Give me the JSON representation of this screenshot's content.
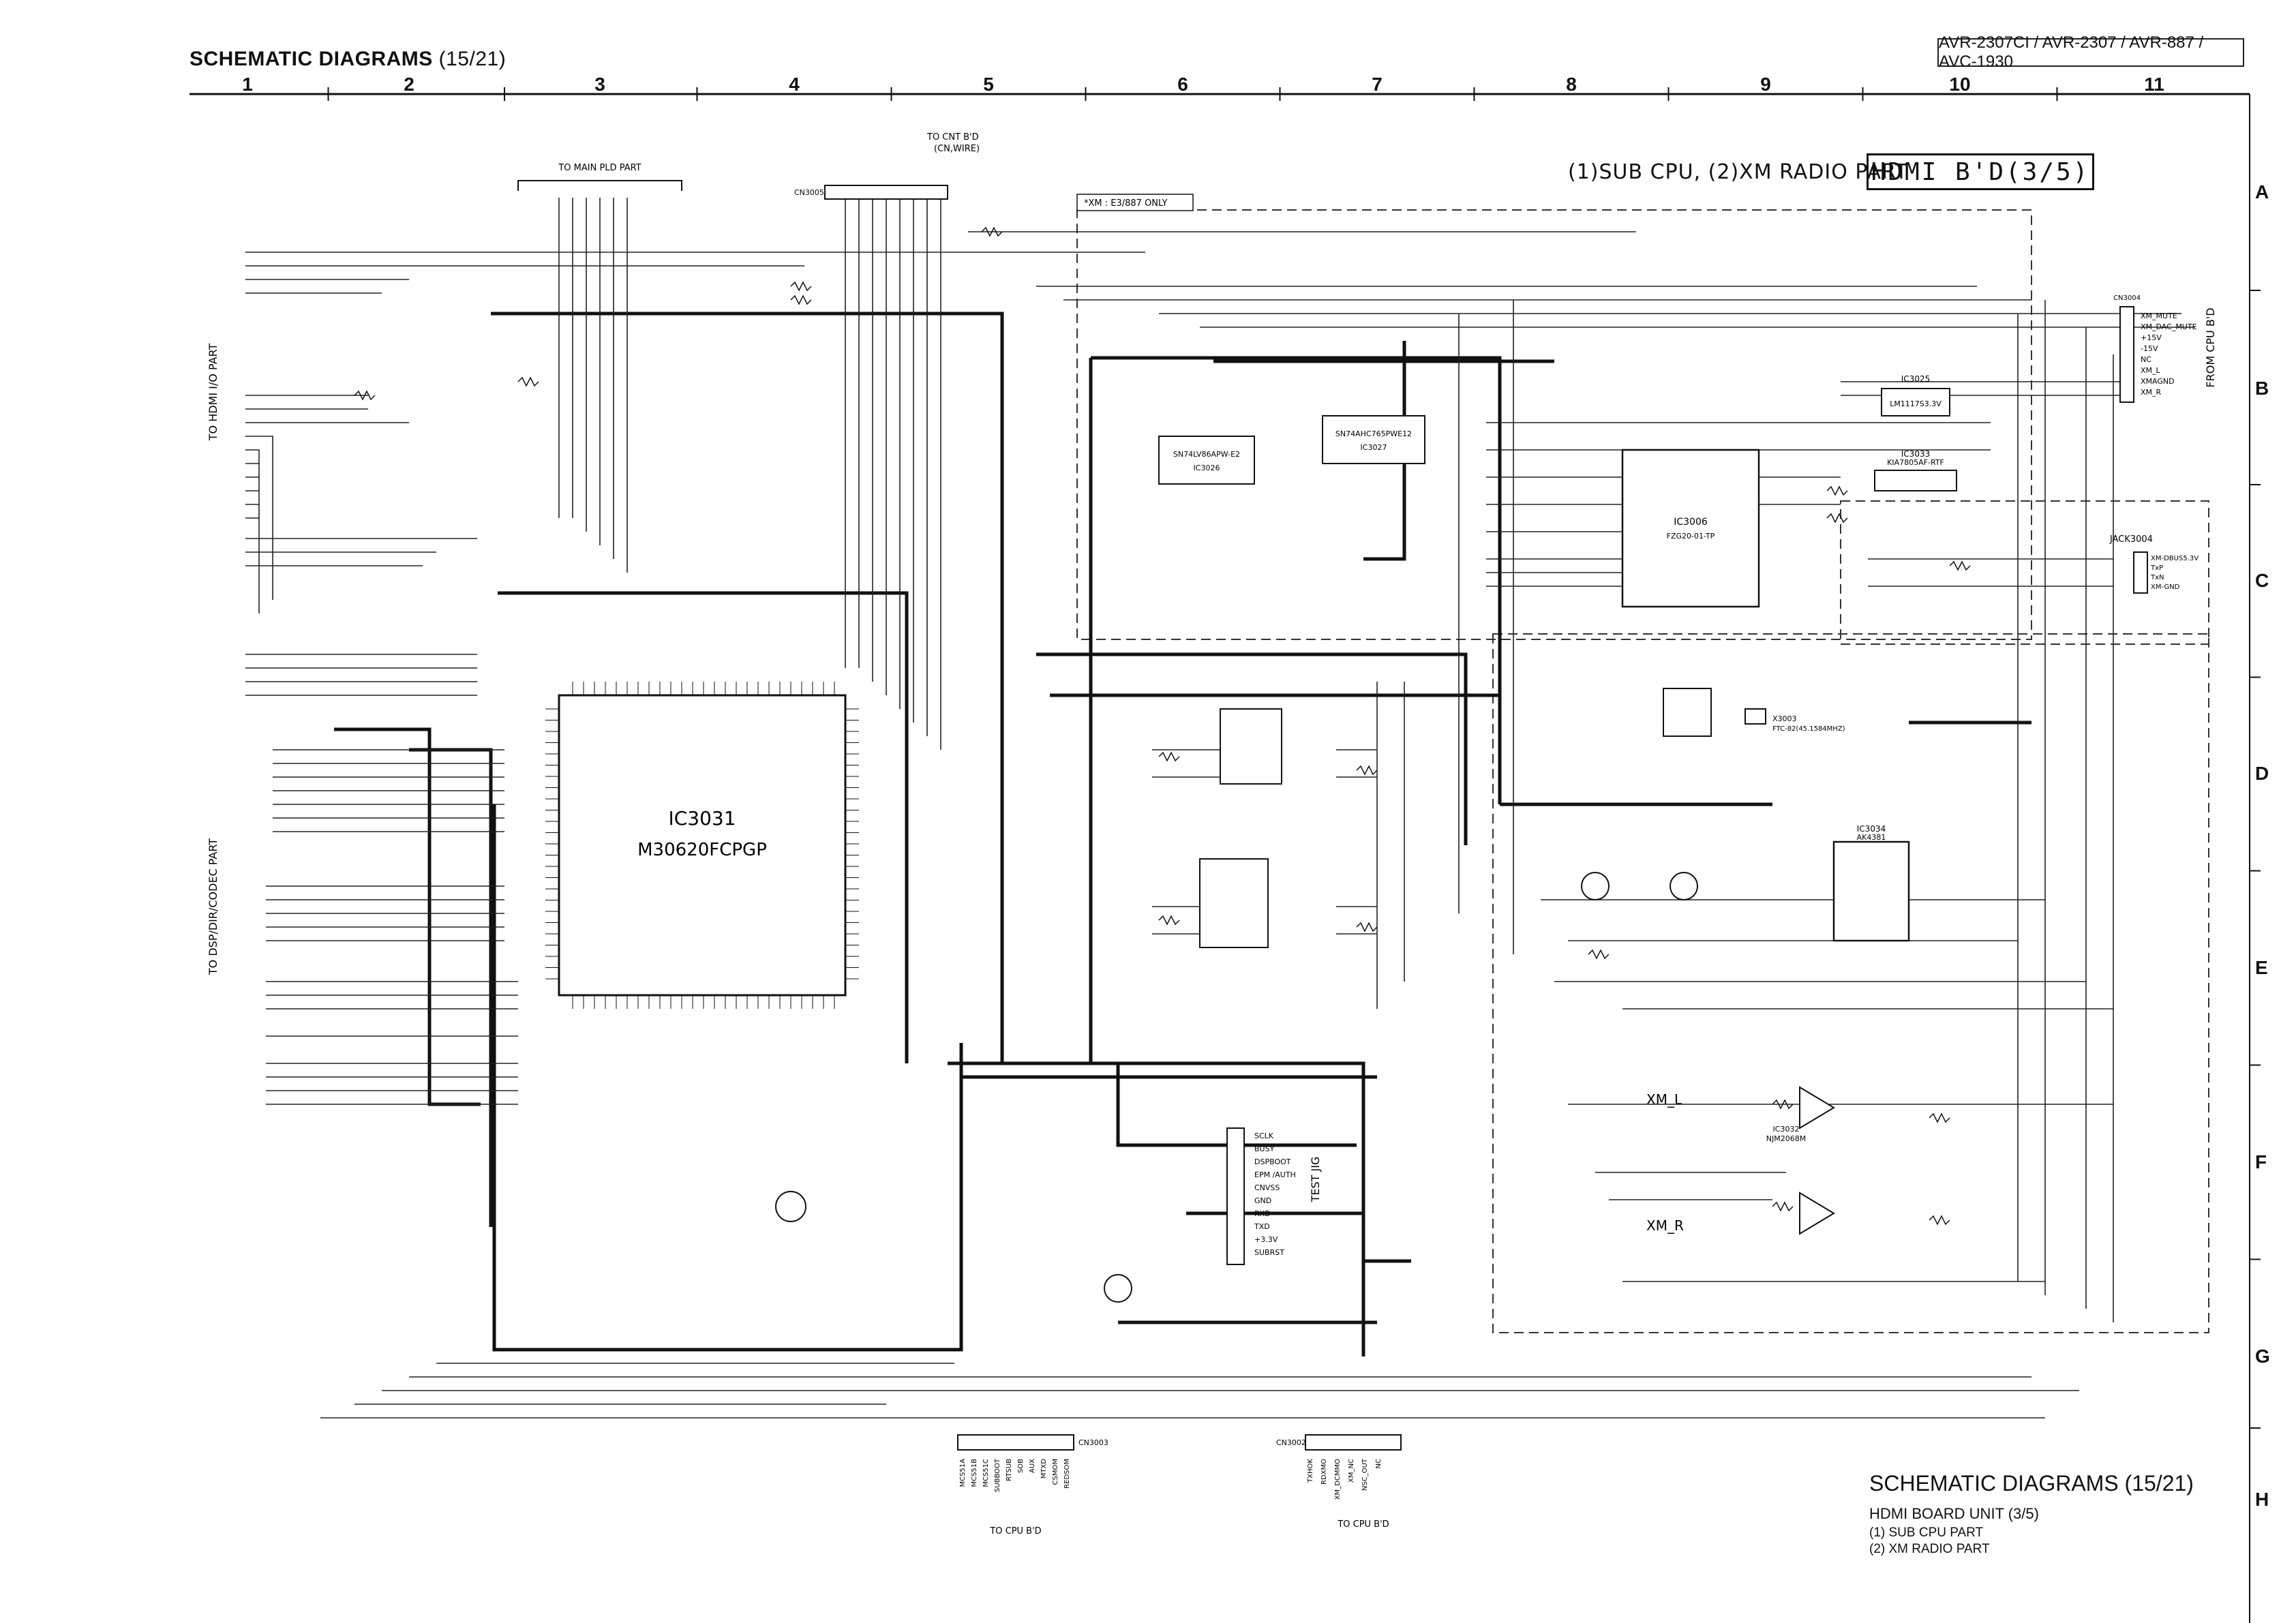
{
  "header": {
    "title": "SCHEMATIC DIAGRAMS",
    "page": "(15/21)",
    "models": "AVR-2307CI / AVR-2307 / AVR-887 / AVC-1930"
  },
  "grid": {
    "columns": [
      "1",
      "2",
      "3",
      "4",
      "5",
      "6",
      "7",
      "8",
      "9",
      "10",
      "11"
    ],
    "rows": [
      "A",
      "B",
      "C",
      "D",
      "E",
      "F",
      "G",
      "H"
    ]
  },
  "part_title": "(1)SUB CPU, (2)XM RADIO PART",
  "board_label": "HDMI B'D(3/5)",
  "xm_note": "*XM : E3/887 ONLY",
  "connectors": {
    "to_main_pld": "TO MAIN PLD PART",
    "to_cnt": "TO CNT B'D",
    "to_cnt_sub": "(CN,WIRE)",
    "cn3005": "CN3005",
    "cn3003": "CN3003",
    "cn3002": "CN3002",
    "cn3004": "CN3004",
    "to_cpu_1": "TO CPU B'D",
    "to_cpu_2": "TO CPU B'D",
    "from_cpu": "FROM CPU B'D",
    "to_hdmi_io": "TO HDMI I/O PART",
    "to_dsp": "TO DSP/DIR/CODEC PART",
    "jack3004": "JACK3004",
    "test_jig": "TEST JIG"
  },
  "ics": {
    "ic3031_ref": "IC3031",
    "ic3031_part": "M30620FCPGP",
    "ic3026_ref": "IC3026",
    "ic3026_part": "SN74LV86APW-E2",
    "ic3027_ref": "IC3027",
    "ic3027_part": "SN74AHC765PWE12",
    "ic3006_ref": "IC3006",
    "ic3006_part": "FZG20-01-TP",
    "ic3025_ref": "IC3025",
    "ic3025_part": "LM1117S3.3V",
    "ic3033_ref": "IC3033",
    "ic3033_part": "KIA7805AF-RTF",
    "ic3034_ref": "IC3034",
    "ic3034_part": "AK4381",
    "ic3032_ref": "IC3032",
    "ic3032_part": "NJM2068M",
    "x3003": "X3003",
    "x3003_part": "FTC-82(45.1584MHZ)"
  },
  "signals": {
    "xm_l": "XM_L",
    "xm_r": "XM_R",
    "cn3004_pins": [
      "XM_MUTE",
      "XM_DAC_MUTE",
      "+15V",
      "-15V",
      "NC",
      "XM_L",
      "XMAGND",
      "XM_R"
    ],
    "jack_pins": [
      "XM-DBUS5.3V",
      "TxP",
      "TxN",
      "XM-GND"
    ],
    "test_jig_pins": [
      "SCLK",
      "BUSY",
      "DSPBOOT",
      "EPM /AUTH",
      "CNVSS",
      "GND",
      "RXD",
      "TXD",
      "+3.3V",
      "SUBRST"
    ],
    "cn3003_pins": [
      "MCS51A",
      "MCS51B",
      "MCS51C",
      "SUBBOOT",
      "RTSUB",
      "SOB",
      "AUX",
      "MTXD",
      "CSMOM",
      "REDSOM"
    ],
    "cn3002_pins": [
      "TXHOK",
      "RDXMO",
      "XM_DCMMO",
      "XM_NC",
      "NSC_OUT",
      "NC"
    ]
  },
  "footer": {
    "title": "SCHEMATIC DIAGRAMS (15/21)",
    "board": "HDMI BOARD  UNIT  (3/5)",
    "line1": "(1) SUB CPU PART",
    "line2": "(2) XM RADIO PART"
  }
}
